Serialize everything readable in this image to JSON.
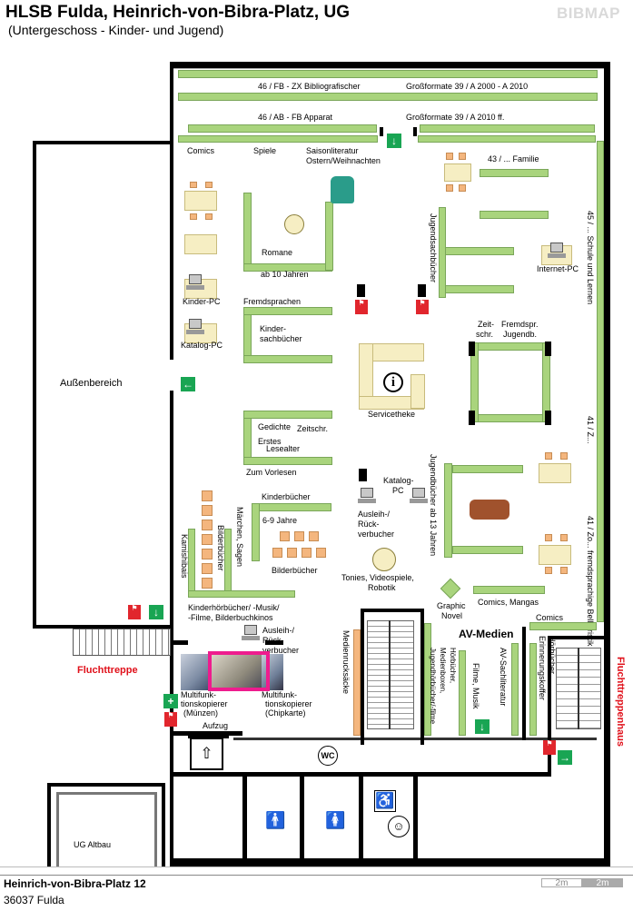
{
  "header": {
    "title": "HLSB Fulda, Heinrich-von-Bibra-Platz, UG",
    "subtitle": "(Untergeschoss - Kinder- und Jugend)",
    "brand": "BIBMAP"
  },
  "labels": {
    "bibliografischer": "46 / FB - ZX    Bibliografischer",
    "grossformate1": "Großformate   39 / A 2000 - A 2010",
    "apparat": "46 / AB - FB    Apparat",
    "grossformate2": "Großformate    39 / A 2010 ff.",
    "comics_top": "Comics",
    "spiele": "Spiele",
    "saison1": "Saisonliteratur",
    "saison2": "Ostern/Weihnachten",
    "familie": "43 / ... Familie",
    "romane": "Romane",
    "ab10": "ab 10 Jahren",
    "jugendsach": "Jugendsachbücher",
    "schule": "45 / ... Schule und Lernen",
    "internet_pc": "Internet-PC",
    "kinder_pc": "Kinder-PC",
    "fremdsprachen": "Fremdsprachen",
    "kindersach1": "Kinder-",
    "kindersach2": "sachbücher",
    "katalog_pc_left": "Katalog-PC",
    "zeitschr1": "Zeit-",
    "zeitschr2": "schr.",
    "fremdspr1": "Fremdspr.",
    "fremdspr2": "Jugendb.",
    "aussenbereich": "Außenbereich",
    "servicetheke": "Servicetheke",
    "gedichte": "Gedichte",
    "zeitschr_small": "Zeitschr.",
    "erstes": "Erstes",
    "lesealter": "Lesealter",
    "zum_vorlesen": "Zum Vorlesen",
    "z41a": "41 / Z...",
    "katalog_pc_mid1": "Katalog-",
    "katalog_pc_mid2": "PC",
    "jugendb13": "Jugendbücher ab 13 Jahren",
    "kinderbuecher": "Kinderbücher",
    "sechs_neun": "6-9 Jahre",
    "maerchen": "Märchen, Sagen",
    "bilderbuecher_v": "Bilderbücher",
    "kamishibais": "Kamishibais",
    "bilderbuecher_h": "Bilderbücher",
    "ausleih1": "Ausleih-/",
    "ausleih2": "Rück-",
    "ausleih3": "verbucher",
    "tonies1": "Tonies, Videospiele,",
    "tonies2": "Robotik",
    "graphic1": "Graphic",
    "graphic2": "Novel",
    "comics_mangas": "Comics, Mangas",
    "comics_right": "Comics",
    "zo41": "41 / Zo... fremdsprachige Belletristik",
    "kinderhoer1": "Kinderhörbücher/ -Musik/",
    "kinderhoer2": "-Filme, Bilderbuchkinos",
    "ausleih_b1": "Ausleih-/",
    "ausleih_b2": "Rück-",
    "ausleih_b3": "verbucher",
    "multi1a": "Multifunk-",
    "multi1b": "tionskopierer",
    "multi1c": "(Münzen)",
    "multi2a": "Multifunk-",
    "multi2b": "tionskopierer",
    "multi2c": "(Chipkarte)",
    "fluchttreppe": "Fluchttreppe",
    "fluchttreppenhaus": "Fluchttreppenhaus",
    "aufzug": "Aufzug",
    "wc": "WC",
    "medienrueck": "Medienrucksäcke",
    "av_medien": "AV-Medien",
    "hoerbuecher_jugend": "Hörbücher, Medienboxen, Jugendhörbücher/-filme",
    "filme_musik": "Filme, Musik",
    "av_sach": "AV-Sachliteratur",
    "hoerbuecher_erin": "Hörbücher Erinnerungskoffer",
    "ug_altbau": "UG Altbau",
    "info": "i"
  },
  "footer": {
    "address1": "Heinrich-von-Bibra-Platz 12",
    "address2": "36037 Fulda",
    "scale1": "2m",
    "scale2": "2m"
  },
  "colors": {
    "shelf": "#a9d47d",
    "table": "#f6eec3",
    "chair": "#f4b67e",
    "exit_sign": "#19a553",
    "fire_sign": "#e1262d",
    "highlight": "#ee1c8e"
  },
  "icons": [
    "exit-arrow-icon",
    "fire-extinguisher-icon",
    "info-icon",
    "computer-icon",
    "elevator-icon",
    "wc-icon",
    "wheelchair-icon",
    "baby-changing-icon"
  ]
}
